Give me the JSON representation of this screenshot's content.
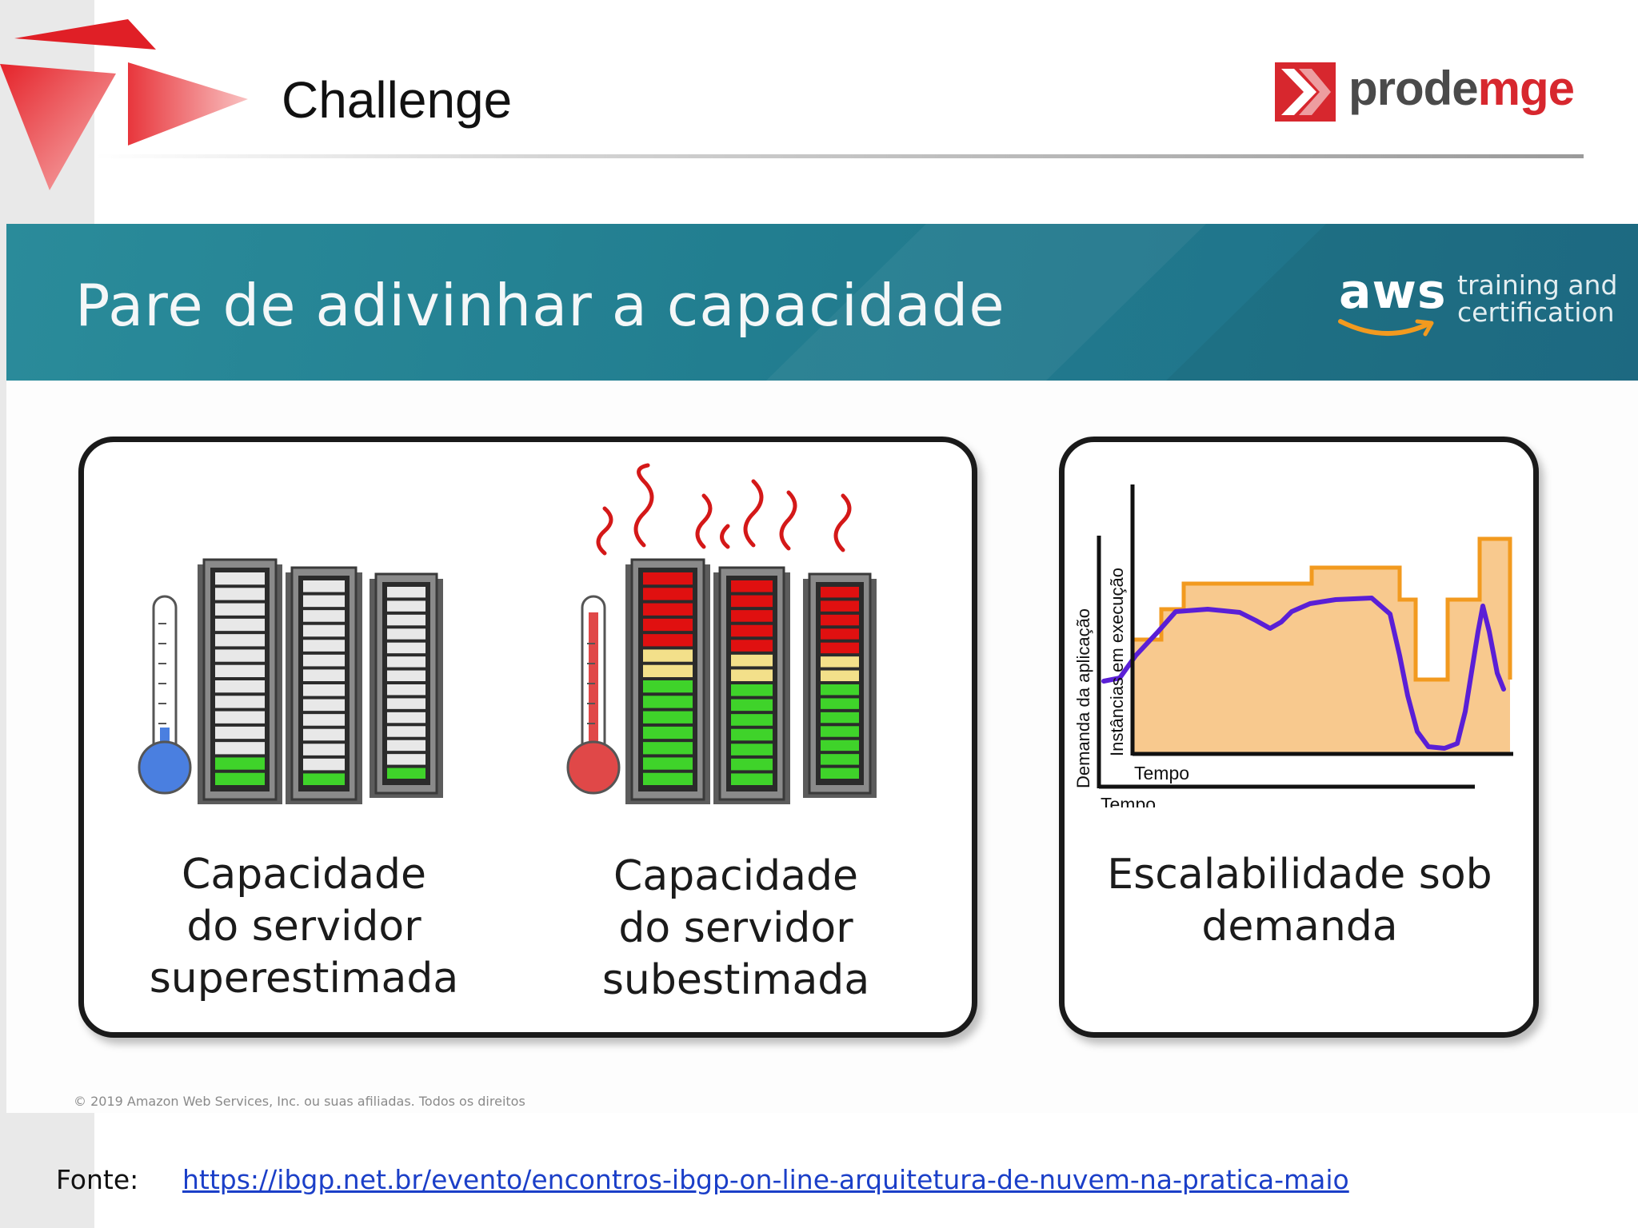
{
  "header": {
    "title": "Challenge",
    "brand": {
      "part1": "prode",
      "part2": "mge"
    }
  },
  "banner": {
    "title": "Pare de adivinhar a capacidade",
    "aws_word": "aws",
    "aws_tagline": "training and\ncertification"
  },
  "cards": {
    "overestimated_caption": "Capacidade\ndo servidor\nsuperestimada",
    "underestimated_caption": "Capacidade\ndo servidor\nsubestimada",
    "scalability_caption": "Escalabilidade sob\ndemanda"
  },
  "chart": {
    "ylabel_outer": "Demanda da aplicação",
    "ylabel_inner": "Instâncias em execução",
    "xlabel_inner": "Tempo",
    "xlabel_outer": "Tempo"
  },
  "footer": {
    "copyright": "© 2019 Amazon Web Services, Inc. ou suas afiliadas. Todos os direitos",
    "source_label": "Fonte:",
    "source_url": "https://ibgp.net.br/evento/encontros-ibgp-on-line-arquitetura-de-nuvem-na-pratica-maio"
  },
  "colors": {
    "brand_red": "#d7272e",
    "banner_teal": "#227e90",
    "aws_orange": "#f29a1f",
    "demand_line": "#5a1fd6",
    "capacity_fill": "#f8c98e",
    "slot_green": "#3fd32a",
    "slot_yellow": "#f3e08a",
    "slot_red": "#e01010",
    "thermo_blue": "#4a7fe0",
    "thermo_red": "#e04848"
  },
  "icons": [
    "prodemge-logo-icon",
    "aws-smile-icon",
    "server-rack-icon",
    "thermometer-cold-icon",
    "thermometer-hot-icon",
    "heat-waves-icon"
  ]
}
